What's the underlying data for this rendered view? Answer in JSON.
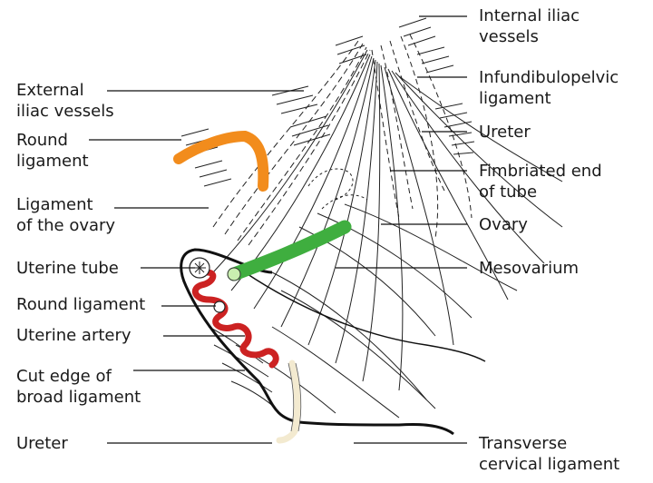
{
  "labels": {
    "left": {
      "external_iliac": [
        "External",
        "iliac vessels"
      ],
      "round_ligament_top": [
        "Round",
        "ligament"
      ],
      "ligament_of_ovary": [
        "Ligament",
        "of the ovary"
      ],
      "uterine_tube": "Uterine tube",
      "round_ligament": "Round ligament",
      "uterine_artery": "Uterine artery",
      "cut_edge": [
        "Cut edge of",
        "broad ligament"
      ],
      "ureter": "Ureter"
    },
    "right": {
      "internal_iliac": [
        "Internal iliac",
        "vessels"
      ],
      "infundibulopelvic": [
        "Infundibulopelvic",
        "ligament"
      ],
      "ureter": "Ureter",
      "fimbriated_end": [
        "Fimbriated end",
        "of tube"
      ],
      "ovary": "Ovary",
      "mesovarium": "Mesovarium",
      "transverse_cervical": [
        "Transverse",
        "cervical ligament"
      ]
    }
  },
  "colors": {
    "round_ligament": "#f28c1c",
    "ovary_mesovarium": "#3fae3f",
    "uterine_artery": "#cc2222",
    "ureter": "#f3ead0",
    "outline": "#111111"
  }
}
